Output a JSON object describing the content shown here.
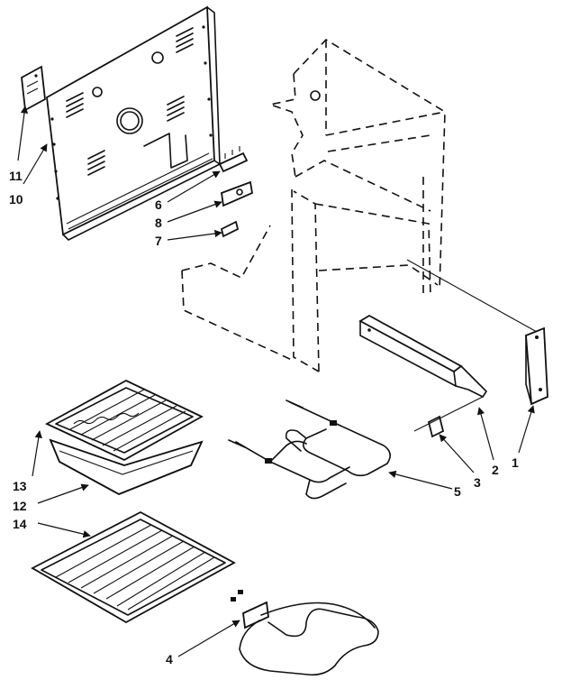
{
  "callouts": {
    "c1": "1",
    "c2": "2",
    "c3": "3",
    "c4": "4",
    "c5": "5",
    "c6": "6",
    "c7": "7",
    "c8": "8",
    "c10": "10",
    "c11": "11",
    "c12": "12",
    "c13": "13",
    "c14": "14"
  }
}
